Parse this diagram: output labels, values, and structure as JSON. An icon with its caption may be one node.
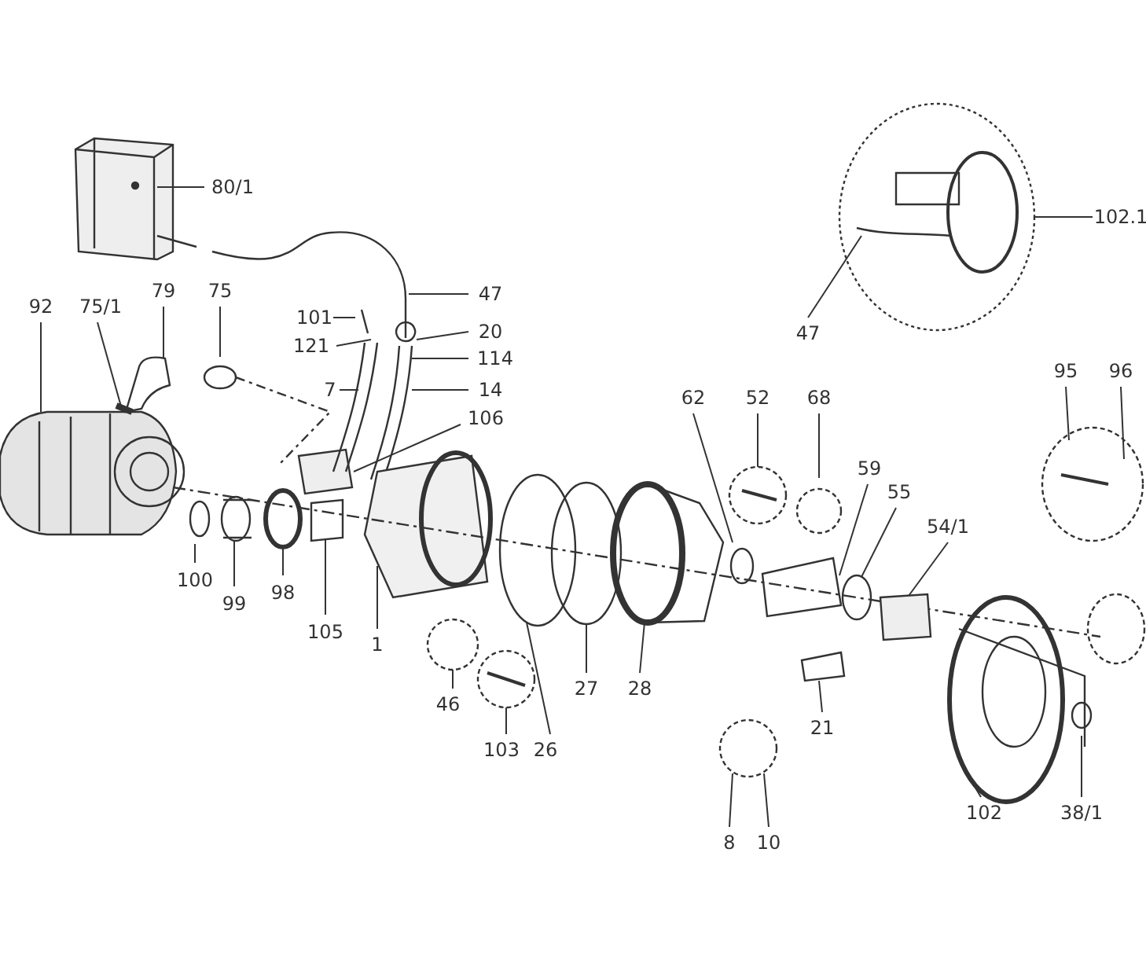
{
  "diagram": {
    "nodes": [
      {
        "text": [
          "80/1"
        ]
      },
      {
        "text": [
          "92"
        ]
      },
      {
        "text": [
          "75/1"
        ]
      },
      {
        "text": [
          "79"
        ]
      },
      {
        "text": [
          "75"
        ]
      },
      {
        "text": [
          "101"
        ]
      },
      {
        "text": [
          "121"
        ]
      },
      {
        "text": [
          "47"
        ]
      },
      {
        "text": [
          "20"
        ]
      },
      {
        "text": [
          "114"
        ]
      },
      {
        "text": [
          "7"
        ]
      },
      {
        "text": [
          "14"
        ]
      },
      {
        "text": [
          "106"
        ]
      },
      {
        "text": [
          "100"
        ]
      },
      {
        "text": [
          "99"
        ]
      },
      {
        "text": [
          "98"
        ]
      },
      {
        "text": [
          "105"
        ]
      },
      {
        "text": [
          "1"
        ]
      },
      {
        "text": [
          "46"
        ]
      },
      {
        "text": [
          "103"
        ]
      },
      {
        "text": [
          "26"
        ]
      },
      {
        "text": [
          "27"
        ]
      },
      {
        "text": [
          "28"
        ]
      },
      {
        "text": [
          "62"
        ]
      },
      {
        "text": [
          "52"
        ]
      },
      {
        "text": [
          "68"
        ]
      },
      {
        "text": [
          "59"
        ]
      },
      {
        "text": [
          "55"
        ]
      },
      {
        "text": [
          "54/1"
        ]
      },
      {
        "text": [
          "21"
        ]
      },
      {
        "text": [
          "8"
        ]
      },
      {
        "text": [
          "10"
        ]
      },
      {
        "text": [
          "102"
        ]
      },
      {
        "text": [
          "38/1"
        ]
      },
      {
        "text": [
          "95"
        ]
      },
      {
        "text": [
          "96"
        ]
      },
      {
        "text": [
          "102.1"
        ]
      },
      {
        "text": [
          "47"
        ]
      }
    ],
    "edges": [
      {
        "from": 0,
        "to": null,
        "arrow": "none"
      },
      {
        "from": 1,
        "to": null,
        "arrow": "none"
      },
      {
        "from": 2,
        "to": null,
        "arrow": "none"
      },
      {
        "from": 3,
        "to": null,
        "arrow": "none"
      },
      {
        "from": 4,
        "to": null,
        "arrow": "none"
      },
      {
        "from": 5,
        "to": null,
        "arrow": "none"
      },
      {
        "from": 6,
        "to": null,
        "arrow": "none"
      },
      {
        "from": 7,
        "to": null,
        "arrow": "none"
      },
      {
        "from": 8,
        "to": null,
        "arrow": "none"
      },
      {
        "from": 9,
        "to": null,
        "arrow": "none"
      },
      {
        "from": 10,
        "to": null,
        "arrow": "none"
      },
      {
        "from": 11,
        "to": null,
        "arrow": "none"
      },
      {
        "from": 12,
        "to": null,
        "arrow": "none"
      },
      {
        "from": 13,
        "to": null,
        "arrow": "none"
      },
      {
        "from": 14,
        "to": null,
        "arrow": "none"
      },
      {
        "from": 15,
        "to": null,
        "arrow": "none"
      },
      {
        "from": 16,
        "to": null,
        "arrow": "none"
      },
      {
        "from": 17,
        "to": null,
        "arrow": "none"
      },
      {
        "from": 18,
        "to": null,
        "arrow": "none"
      },
      {
        "from": 19,
        "to": null,
        "arrow": "none"
      },
      {
        "from": 20,
        "to": null,
        "arrow": "none"
      },
      {
        "from": 21,
        "to": null,
        "arrow": "none"
      },
      {
        "from": 22,
        "to": null,
        "arrow": "none"
      },
      {
        "from": 23,
        "to": null,
        "arrow": "none"
      },
      {
        "from": 24,
        "to": null,
        "arrow": "none"
      },
      {
        "from": 25,
        "to": null,
        "arrow": "none"
      },
      {
        "from": 26,
        "to": null,
        "arrow": "none"
      },
      {
        "from": 27,
        "to": null,
        "arrow": "none"
      },
      {
        "from": 28,
        "to": null,
        "arrow": "none"
      },
      {
        "from": 29,
        "to": null,
        "arrow": "none"
      },
      {
        "from": 30,
        "to": null,
        "arrow": "none"
      },
      {
        "from": 31,
        "to": null,
        "arrow": "none"
      },
      {
        "from": 32,
        "to": null,
        "arrow": "none"
      },
      {
        "from": 33,
        "to": null,
        "arrow": "none"
      },
      {
        "from": 34,
        "to": null,
        "arrow": "none"
      },
      {
        "from": 35,
        "to": null,
        "arrow": "none"
      },
      {
        "from": 36,
        "to": null,
        "arrow": "none"
      },
      {
        "from": 37,
        "to": null,
        "arrow": "none"
      }
    ]
  }
}
